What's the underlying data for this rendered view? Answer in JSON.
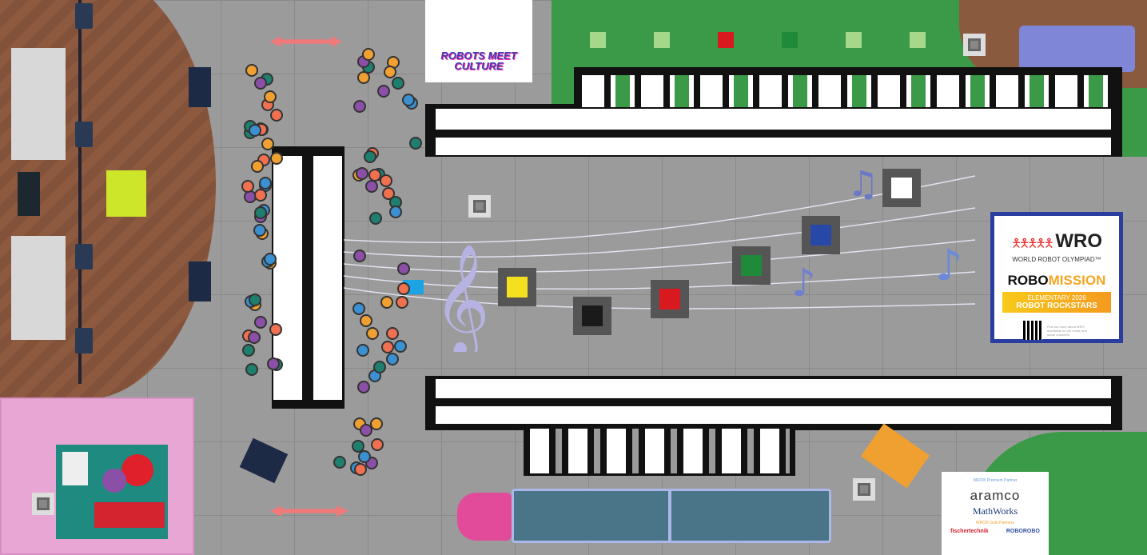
{
  "mat": {
    "title": "ROBOMISSION",
    "logo": {
      "line1": "ROBOTS MEET",
      "line2": "CULTURE"
    },
    "wro_card": {
      "brand": "WRO",
      "organization": "WORLD ROBOT OLYMPIAD™",
      "category_part1": "ROBO",
      "category_part2": "MISSION",
      "age_group": "ELEMENTARY 2026",
      "theme": "ROBOT ROCKSTARS",
      "qr_text": "Find out more about WRO worldwide on our online and social channels!"
    },
    "partners": {
      "premium_label": "WRO® Premium Partner",
      "premium": [
        "aramco",
        "MathWorks"
      ],
      "gold_label": "WRO® Gold Partners",
      "gold": [
        "fischertechnik",
        "ROBOROBO"
      ]
    },
    "game_elements": [
      {
        "name": "yellow-element",
        "color": "#f5e020"
      },
      {
        "name": "black-element",
        "color": "#1a1a1a"
      },
      {
        "name": "red-element",
        "color": "#d8191f"
      },
      {
        "name": "green-element",
        "color": "#1f8a3a"
      },
      {
        "name": "blue-element",
        "color": "#2848a8"
      },
      {
        "name": "white-element",
        "color": "#ffffff"
      }
    ],
    "garden_markers": [
      "#a5d88a",
      "#a5d88a",
      "#d8191f",
      "#1f8a3a",
      "#a5d88a",
      "#a5d88a"
    ],
    "colors": {
      "floor": "#9b9b9b",
      "stage": "#8d5a3f",
      "garden": "#3b9a47",
      "room": "#e7a6d3",
      "card_border": "#2a3ea0"
    }
  }
}
